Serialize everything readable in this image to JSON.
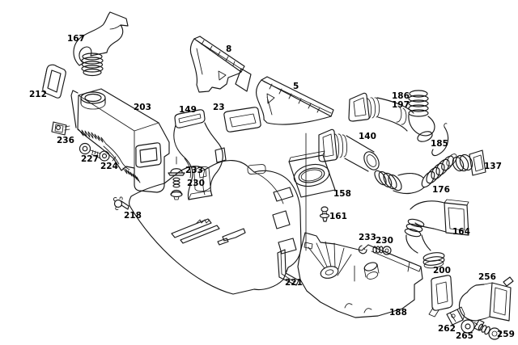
{
  "meta": {
    "figure_type": "exploded-parts-diagram",
    "background_color": "#ffffff",
    "line_color": "#161616",
    "label_color": "#000000"
  },
  "labels": {
    "n167": "167",
    "n212": "212",
    "n203": "203",
    "n149": "149",
    "n23": "23",
    "n8": "8",
    "n5": "5",
    "n186": "186",
    "n197": "197",
    "n140": "140",
    "n185": "185",
    "n137": "137",
    "n176": "176",
    "n236": "236",
    "n227": "227",
    "n224": "224",
    "n233a": "233",
    "n230a": "230",
    "n218": "218",
    "n158": "158",
    "n161": "161",
    "n233b": "233",
    "n230b": "230",
    "n164": "164",
    "n221": "221",
    "n188": "188",
    "n200": "200",
    "n256": "256",
    "n262": "262",
    "n265": "265",
    "n259": "259"
  }
}
